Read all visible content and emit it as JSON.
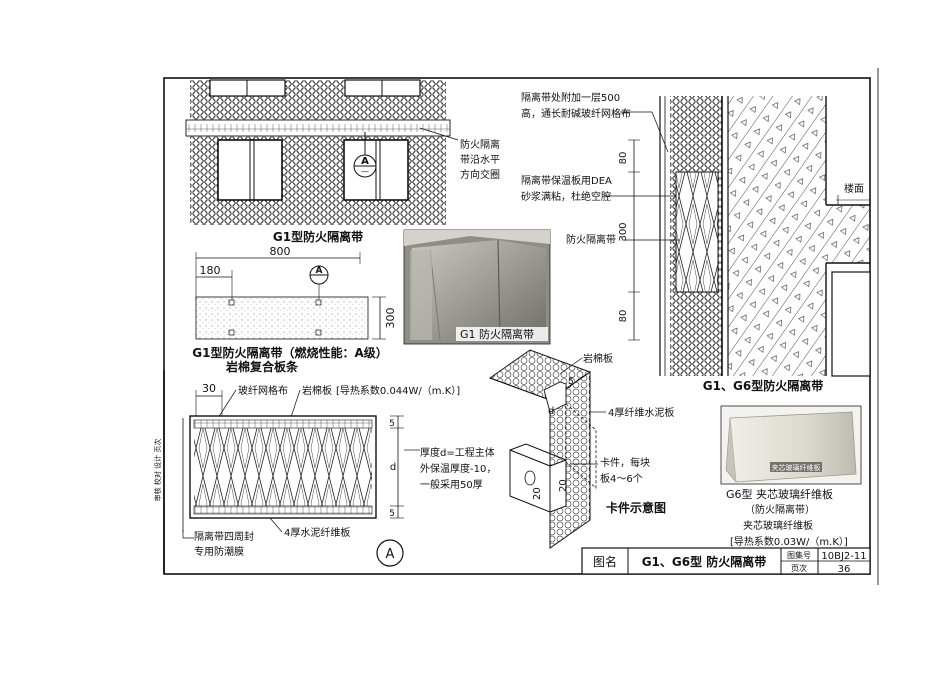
{
  "colors": {
    "ink": "#111111",
    "photo_panel": "#a9a9a3",
    "photo_dark": "#6f6f69",
    "photo_light": "#d9d6cc"
  },
  "icons": [
    "section-marker-A",
    "hatch-pattern",
    "honeycomb-insulation",
    "zigzag-fiber-core"
  ],
  "top_left": {
    "annotation": [
      "防火隔离",
      "带沿水平",
      "方向交圈"
    ],
    "marker": "A",
    "caption": "G1型防火隔离带"
  },
  "g1_detail": {
    "dim_total": "800",
    "dim_left": "180",
    "dim_height": "300",
    "marker": "A",
    "caption_line1": "G1型防火隔离带（燃烧性能：A级）",
    "caption_line2": "岩棉复合板条"
  },
  "photo_g1": {
    "label": "G1 防火隔离带"
  },
  "wall_section": {
    "note1": [
      "隔离带处附加一层500",
      "高，通长耐碱玻纤网格布"
    ],
    "note2": [
      "隔离带保温板用DEA",
      "砂浆满粘，杜绝空腔"
    ],
    "note3": "防火隔离带",
    "floor_label": "楼面",
    "dims": [
      "80",
      "300",
      "80"
    ],
    "caption": "G1、G6型防火隔离带"
  },
  "section_a": {
    "dim_30": "30",
    "label_mesh": "玻纤网格布",
    "label_rockwool": "岩棉板",
    "thermal": "[导热系数0.044W/（m.K）]",
    "dim_5a": "5",
    "dim_d": "d",
    "dim_5b": "5",
    "thickness_note": [
      "厚度d=工程主体",
      "外保温厚度-10，",
      "一般采用50厚"
    ],
    "seal_note": [
      "隔离带四周封",
      "专用防潮膜"
    ],
    "board_note": "4厚水泥纤维板",
    "marker": "A"
  },
  "clip": {
    "label_rockwool": "岩棉板",
    "label_board": "4厚纤维水泥板",
    "dim_5": "5",
    "dim_d": "d",
    "dim_20a": "20",
    "dim_20b": "20",
    "clip_note": [
      "卡件，每块",
      "板4～6个"
    ],
    "caption": "卡件示意图"
  },
  "photo_g6": {
    "inner_label": "夹芯玻璃纤维板",
    "caption_line1": "G6型  夹芯玻璃纤维板",
    "caption_line2": "（防火隔离带）",
    "caption_line3": "夹芯玻璃纤维板",
    "caption_line4": "[导热系数0.03W/（m.K）]"
  },
  "title_block": {
    "name_label": "图名",
    "name": "G1、G6型 防火隔离带",
    "atlas_label": "图集号",
    "atlas_no": "10BJ2-11",
    "page_label": "页次",
    "page_no": "36"
  },
  "side_strip": "审核 校对 设计 页次"
}
